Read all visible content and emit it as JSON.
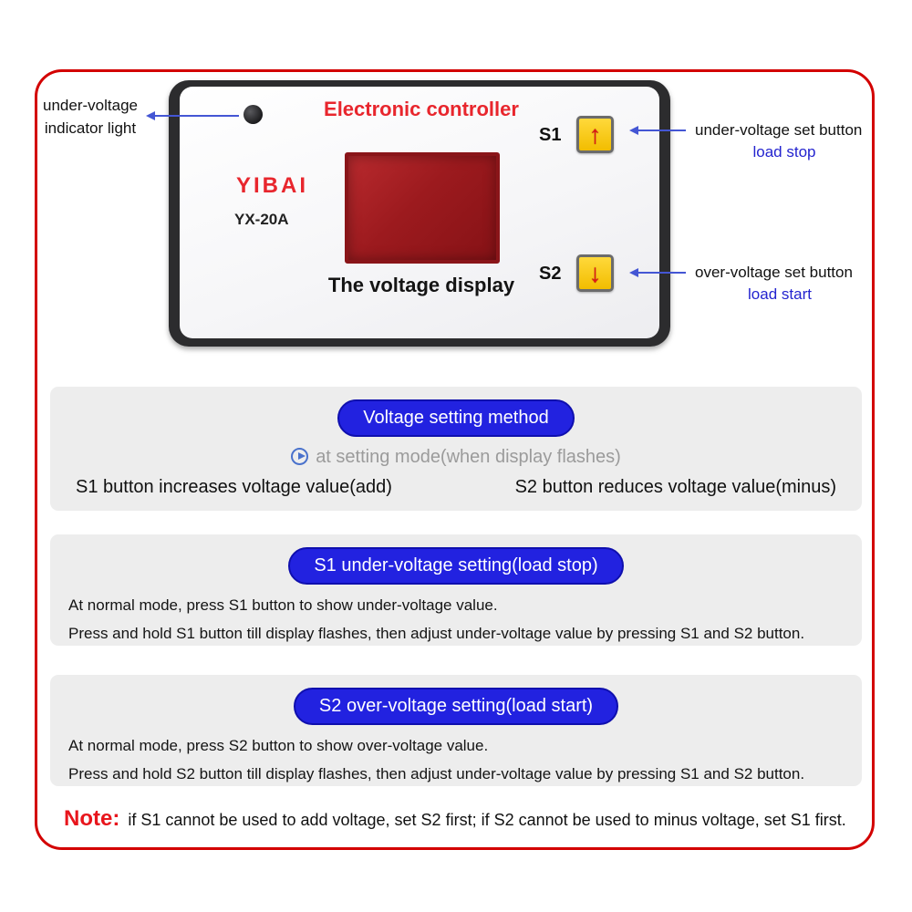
{
  "device": {
    "title": "Electronic controller",
    "brand": "YIBAI",
    "model": "YX-20A",
    "display_caption": "The voltage display",
    "s1_label": "S1",
    "s2_label": "S2",
    "s1_arrow": "↑",
    "s2_arrow": "↓"
  },
  "annotations": {
    "indicator_line1": "under-voltage",
    "indicator_line2": "indicator light",
    "s1_label": "under-voltage set button",
    "s1_sub": "load stop",
    "s2_label": "over-voltage set button",
    "s2_sub": "load start"
  },
  "sections": {
    "method": {
      "pill": "Voltage setting method",
      "subtitle": "at setting mode(when display flashes)",
      "s1_rule": "S1 button increases voltage value(add)",
      "s2_rule": "S2 button reduces voltage value(minus)"
    },
    "s1_setting": {
      "pill": "S1 under-voltage setting(load stop)",
      "line1": "At normal mode, press S1 button to show under-voltage value.",
      "line2": "Press and hold S1 button till display flashes, then adjust under-voltage value by pressing S1 and S2 button."
    },
    "s2_setting": {
      "pill": "S2 over-voltage setting(load start)",
      "line1": "At normal mode, press S2 button to show over-voltage value.",
      "line2": "Press and hold S2 button till display flashes, then adjust under-voltage value by pressing S1 and S2 button."
    }
  },
  "note": {
    "label": "Note:",
    "text": "if S1 cannot be used to add voltage, set S2 first;  if S2 cannot be used to minus voltage, set S1 first."
  },
  "colors": {
    "accent_red": "#e02128",
    "accent_blue": "#2323cf",
    "pill_blue": "#2222e0",
    "arrow_blue": "#4456d4",
    "box_gray": "#ededed",
    "frame_red": "#d30000",
    "button_yellow": "#f7c600",
    "display_red": "#9c1a1e"
  }
}
